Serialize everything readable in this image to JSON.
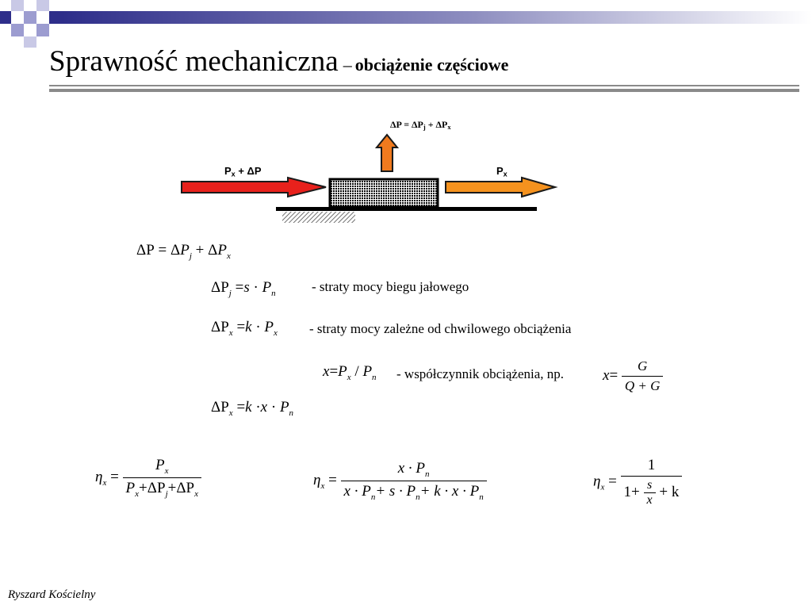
{
  "title": {
    "main": "Sprawność mechaniczna",
    "dash": "–",
    "sub": "obciążenie częściowe"
  },
  "diagram": {
    "loss_label": {
      "base": "ΔP = ΔP",
      "sub1": "j",
      "mid": " + ΔP",
      "sub2": "x"
    },
    "input_label": {
      "p": "P",
      "sub": "x",
      "rest": " + ΔP"
    },
    "output_label": {
      "p": "P",
      "sub": "x"
    },
    "colors": {
      "input_arrow": "#e8211c",
      "output_arrow": "#f5921e",
      "loss_arrow": "#f07a1e"
    }
  },
  "equations": {
    "eq1": {
      "a": "ΔP",
      "b": "= Δ",
      "p1": "P",
      "s1": "j",
      "plus": "+  Δ",
      "p2": "P",
      "s2": "x"
    },
    "eq2": {
      "a": "ΔP",
      "s1": "j",
      "b": "=",
      "c": "s",
      "dot": "·",
      "p": "P",
      "s2": "n"
    },
    "eq2_desc": "- straty mocy biegu jałowego",
    "eq3": {
      "a": "ΔP",
      "s1": "x",
      "b": "=",
      "c": "k",
      "dot": "·",
      "p": "P",
      "s2": "x"
    },
    "eq3_desc": "- straty mocy zależne od chwilowego obciążenia",
    "eq4": {
      "x": "x",
      "eq": "=",
      "p1": "P",
      "s1": "x",
      "slash": " / ",
      "p2": "P",
      "s2": "n"
    },
    "eq4_desc": "- współczynnik obciążenia, np.",
    "eq4b": {
      "x": "x",
      "eq": "=",
      "num": "G",
      "den": "Q + G"
    },
    "eq5": {
      "a": "ΔP",
      "s1": "x",
      "b": "=",
      "c": "k",
      "dot1": "·",
      "x": "x",
      "dot2": "·",
      "p": "P",
      "s2": "n"
    }
  },
  "efficiency": {
    "e1": {
      "eta": "η",
      "sub": "x",
      "eq": "=",
      "num_p": "P",
      "num_s": "x",
      "d1": "P",
      "ds1": "x",
      "d2": "+ΔP",
      "ds2": "j",
      "d3": "+ΔP",
      "ds3": "x"
    },
    "e2": {
      "eta": "η",
      "sub": "x",
      "eq": "=",
      "num_a": "x · P",
      "num_s": "n",
      "d1": "x · P",
      "ds1": "n",
      "d2": "+ s · P",
      "ds2": "n",
      "d3": "+ k · x · P",
      "ds3": "n"
    },
    "e3": {
      "eta": "η",
      "sub": "x",
      "eq": "=",
      "num": "1",
      "d1": "1+",
      "fn": "s",
      "fd": "x",
      "d2": "+ k"
    }
  },
  "footer": "Ryszard Kościelny"
}
